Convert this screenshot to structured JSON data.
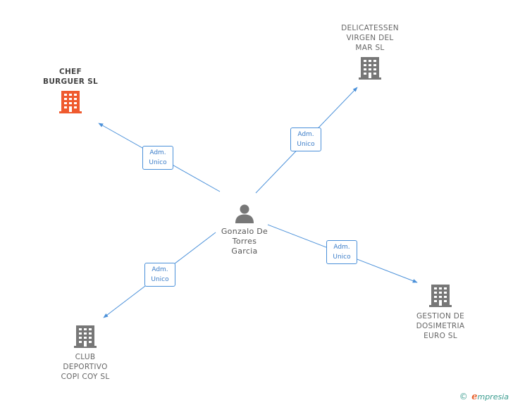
{
  "colors": {
    "edge": "#4a90d9",
    "building": "#777777",
    "building_main": "#ef5a2e",
    "person": "#777777"
  },
  "center": {
    "name": "Gonzalo De\nTorres\nGarcia",
    "icon": "person-icon"
  },
  "companies": [
    {
      "name": "CHEF\nBURGUER  SL",
      "main": true,
      "icon": "building-icon"
    },
    {
      "name": "DELICATESSEN\nVIRGEN DEL\nMAR SL",
      "main": false,
      "icon": "building-icon"
    },
    {
      "name": "GESTION DE\nDOSIMETRIA\nEURO SL",
      "main": false,
      "icon": "building-icon"
    },
    {
      "name": "CLUB\nDEPORTIVO\nCOPI COY SL",
      "main": false,
      "icon": "building-icon"
    }
  ],
  "relations": [
    {
      "label": "Adm.\nUnico"
    },
    {
      "label": "Adm.\nUnico"
    },
    {
      "label": "Adm.\nUnico"
    },
    {
      "label": "Adm.\nUnico"
    }
  ],
  "footer": {
    "copyright": "©",
    "brand_initial": "e",
    "brand_rest": "mpresia"
  }
}
